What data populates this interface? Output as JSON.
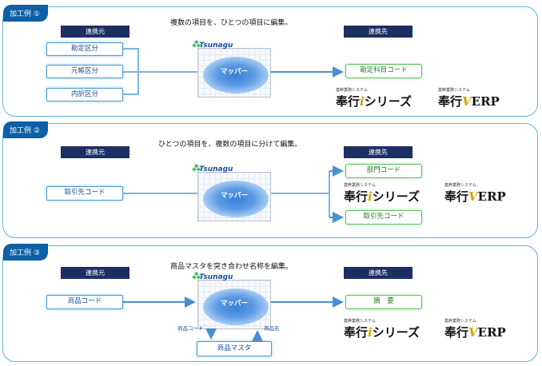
{
  "examples": [
    {
      "tag": "加工例 ①",
      "caption": "複数の項目を、ひとつの項目に編集。",
      "from_header": "連携元",
      "to_header": "連携先",
      "sources": [
        "勘定区分",
        "元帳区分",
        "内訳区分"
      ],
      "mapper_logo": "Tsunagu",
      "mapper_label": "マッパー",
      "targets": [
        "勘定科目コード"
      ]
    },
    {
      "tag": "加工例 ②",
      "caption": "ひとつの項目を、複数の項目に分けて編集。",
      "from_header": "連携元",
      "to_header": "連携先",
      "sources": [
        "取引先コード"
      ],
      "mapper_logo": "Tsunagu",
      "mapper_label": "マッパー",
      "targets": [
        "部門コード",
        "取引先コード"
      ]
    },
    {
      "tag": "加工例 ③",
      "caption": "商品マスタを突き合わせ名称を編集。",
      "from_header": "連携元",
      "to_header": "連携先",
      "sources": [
        "商品コード"
      ],
      "mapper_logo": "Tsunagu",
      "mapper_label": "マッパー",
      "targets": [
        "摘　要"
      ],
      "master": "商品マスタ",
      "down_label": "商品コード",
      "up_label": "商品名"
    }
  ],
  "brands": {
    "subtitle": "基幹業務システム",
    "series_main": "奉行",
    "series_i": "i",
    "series_tail": "シリーズ",
    "erp_main": "奉行",
    "erp_v": "V",
    "erp_tail": "ERP"
  },
  "colors": {
    "accent": "#0d5fa6",
    "source_border": "#4a98d3",
    "target_border": "#5bbf5b",
    "panel_border": "#5bb7d6"
  }
}
